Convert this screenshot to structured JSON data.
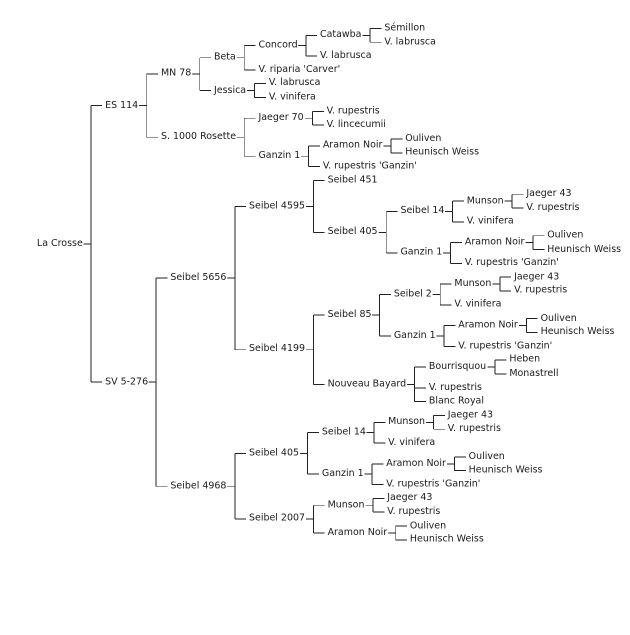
{
  "tree": {
    "label": "La Crosse",
    "children": [
      {
        "label": "ES 114",
        "children": [
          {
            "label": "MN 78",
            "children": [
              {
                "label": "Beta",
                "children": [
                  {
                    "label": "Concord",
                    "children": [
                      {
                        "label": "Catawba",
                        "children": [
                          {
                            "label": "Sémillon"
                          },
                          {
                            "label": "V. labrusca"
                          }
                        ]
                      },
                      {
                        "label": "V. labrusca"
                      }
                    ]
                  },
                  {
                    "label": "V. riparia 'Carver'"
                  }
                ]
              },
              {
                "label": "Jessica",
                "children": [
                  {
                    "label": "V. labrusca"
                  },
                  {
                    "label": "V. vinifera"
                  }
                ]
              }
            ]
          },
          {
            "label": "S. 1000 Rosette",
            "children": [
              {
                "label": "Jaeger 70",
                "children": [
                  {
                    "label": "V. rupestris"
                  },
                  {
                    "label": "V. lincecumii"
                  }
                ]
              },
              {
                "label": "Ganzin 1",
                "children": [
                  {
                    "label": "Aramon Noir",
                    "children": [
                      {
                        "label": "Ouliven"
                      },
                      {
                        "label": "Heunisch Weiss"
                      }
                    ]
                  },
                  {
                    "label": "V. rupestris 'Ganzin'"
                  }
                ]
              }
            ]
          }
        ]
      },
      {
        "label": "SV 5-276",
        "children": [
          {
            "label": "Seibel 5656",
            "children": [
              {
                "label": "Seibel 4595",
                "children": [
                  {
                    "label": "Seibel 451"
                  },
                  {
                    "label": "Seibel 405",
                    "children": [
                      {
                        "label": "Seibel 14",
                        "children": [
                          {
                            "label": "Munson",
                            "children": [
                              {
                                "label": "Jaeger 43"
                              },
                              {
                                "label": "V. rupestris"
                              }
                            ]
                          },
                          {
                            "label": "V. vinifera"
                          }
                        ]
                      },
                      {
                        "label": "Ganzin 1",
                        "children": [
                          {
                            "label": "Aramon Noir",
                            "children": [
                              {
                                "label": "Ouliven"
                              },
                              {
                                "label": "Heunisch Weiss"
                              }
                            ]
                          },
                          {
                            "label": "V. rupestris 'Ganzin'"
                          }
                        ]
                      }
                    ]
                  }
                ]
              },
              {
                "label": "Seibel 4199",
                "children": [
                  {
                    "label": "Seibel 85",
                    "children": [
                      {
                        "label": "Seibel 2",
                        "children": [
                          {
                            "label": "Munson",
                            "children": [
                              {
                                "label": "Jaeger 43"
                              },
                              {
                                "label": "V. rupestris"
                              }
                            ]
                          },
                          {
                            "label": "V. vinifera"
                          }
                        ]
                      },
                      {
                        "label": "Ganzin 1",
                        "children": [
                          {
                            "label": "Aramon Noir",
                            "children": [
                              {
                                "label": "Ouliven"
                              },
                              {
                                "label": "Heunisch Weiss"
                              }
                            ]
                          },
                          {
                            "label": "V. rupestris 'Ganzin'"
                          }
                        ]
                      }
                    ]
                  },
                  {
                    "label": "Nouveau Bayard",
                    "children": [
                      {
                        "label": "Bourrisquou",
                        "children": [
                          {
                            "label": "Heben"
                          },
                          {
                            "label": "Monastrell"
                          }
                        ]
                      },
                      {
                        "label": "V. rupestris"
                      },
                      {
                        "label": "Blanc Royal"
                      }
                    ]
                  }
                ]
              }
            ]
          },
          {
            "label": "Seibel 4968",
            "children": [
              {
                "label": "Seibel 405",
                "children": [
                  {
                    "label": "Seibel 14",
                    "children": [
                      {
                        "label": "Munson",
                        "children": [
                          {
                            "label": "Jaeger 43"
                          },
                          {
                            "label": "V. rupestris"
                          }
                        ]
                      },
                      {
                        "label": "V. vinifera"
                      }
                    ]
                  },
                  {
                    "label": "Ganzin 1",
                    "children": [
                      {
                        "label": "Aramon Noir",
                        "children": [
                          {
                            "label": "Ouliven"
                          },
                          {
                            "label": "Heunisch Weiss"
                          }
                        ]
                      },
                      {
                        "label": "V. rupestris 'Ganzin'"
                      }
                    ]
                  }
                ]
              },
              {
                "label": "Seibel 2007",
                "children": [
                  {
                    "label": "Munson",
                    "children": [
                      {
                        "label": "Jaeger 43"
                      },
                      {
                        "label": "V. rupestris"
                      }
                    ]
                  },
                  {
                    "label": "Aramon Noir",
                    "children": [
                      {
                        "label": "Ouliven"
                      },
                      {
                        "label": "Heunisch Weiss"
                      }
                    ]
                  }
                ]
              }
            ]
          }
        ]
      }
    ]
  }
}
